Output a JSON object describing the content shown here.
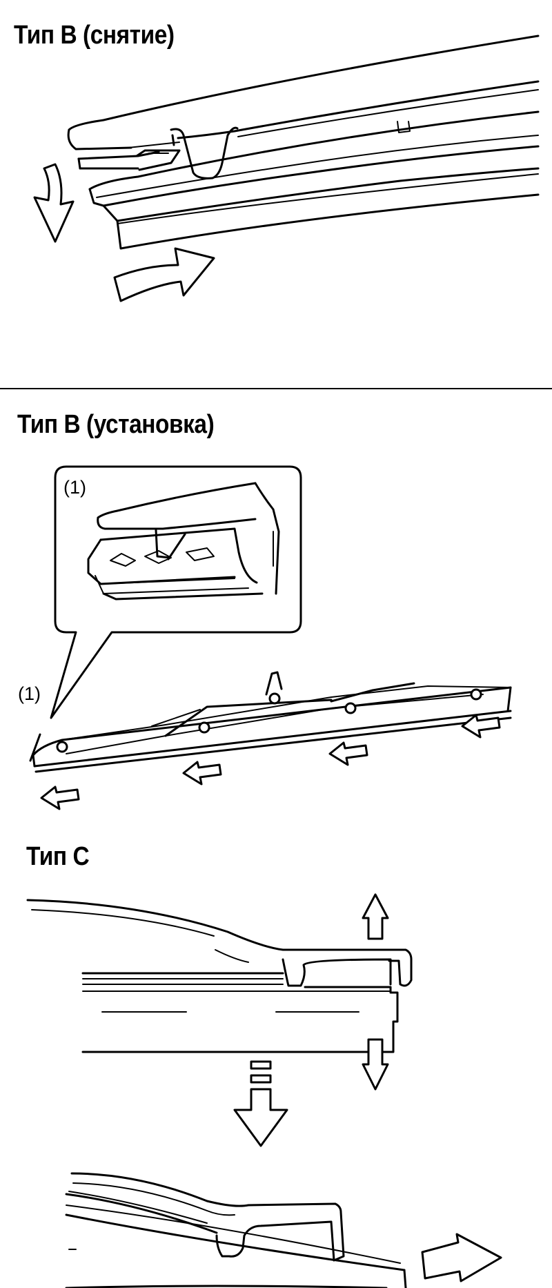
{
  "sections": {
    "removal": {
      "title": "Тип B (снятие)"
    },
    "installation": {
      "title": "Тип B (установка)",
      "inset_label": "(1)",
      "blade_label": "(1)"
    },
    "type_c": {
      "title": "Тип C"
    }
  },
  "colors": {
    "ink": "#000000",
    "background": "#ffffff"
  },
  "icons": [
    "arrow-down-curved-icon",
    "arrow-right-curved-icon",
    "arrow-left-icon",
    "arrow-up-icon",
    "arrow-down-icon",
    "arrow-right-icon"
  ]
}
